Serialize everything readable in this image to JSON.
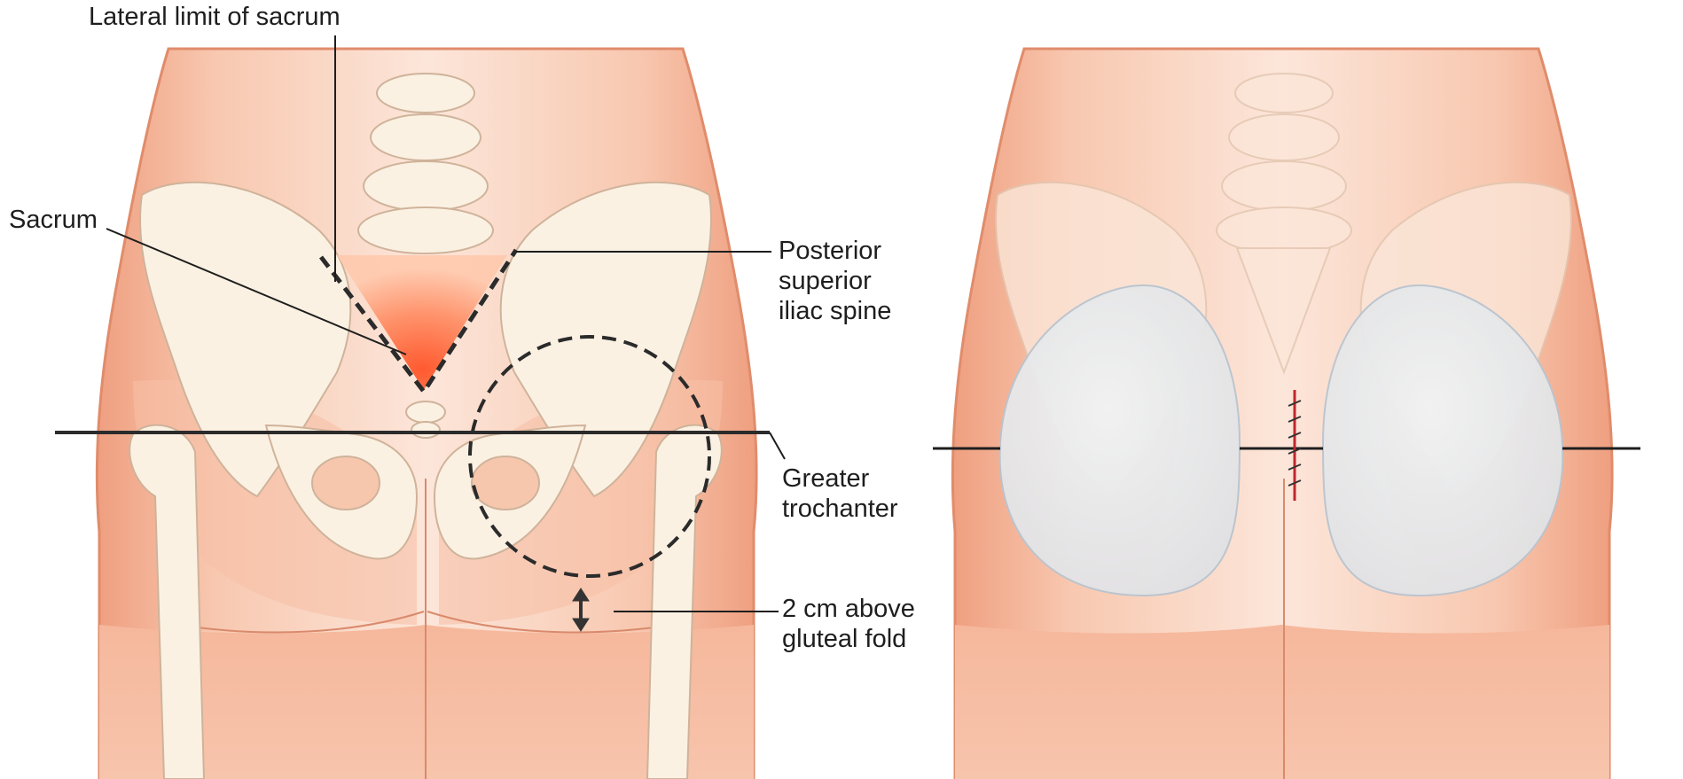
{
  "labels": {
    "lateral_limit_sacrum": "Lateral limit  of sacrum",
    "sacrum": "Sacrum",
    "psis": [
      "Posterior",
      "superior",
      "iliac spine"
    ],
    "greater_trochanter": [
      "Greater",
      "trochanter"
    ],
    "gluteal_fold": [
      "2 cm above",
      "gluteal fold"
    ]
  },
  "colors": {
    "skin": "#f4b598",
    "skin_light": "#fbe3d6",
    "bone": "#fbf1e3",
    "bone_outline": "#d8bfa8",
    "sacrum_highlight": "#ff5a2a",
    "implant": "#e9eaec",
    "line": "#2b2b2b",
    "incision": "#c2262c"
  }
}
